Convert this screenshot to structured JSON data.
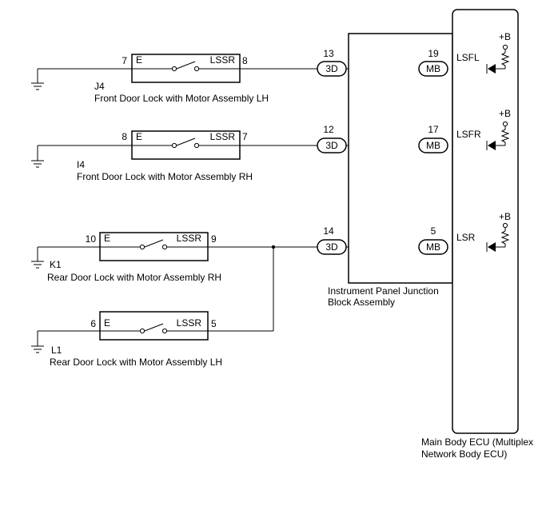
{
  "components": {
    "j4": {
      "id": "J4",
      "name": "Front Door Lock with Motor Assembly LH",
      "pin_e": "E",
      "pin_lssr": "LSSR",
      "pin_e_no": "7",
      "pin_lssr_no": "8"
    },
    "i4": {
      "id": "I4",
      "name": "Front Door Lock with Motor Assembly RH",
      "pin_e": "E",
      "pin_lssr": "LSSR",
      "pin_e_no": "8",
      "pin_lssr_no": "7"
    },
    "k1": {
      "id": "K1",
      "name": "Rear Door Lock with Motor Assembly RH",
      "pin_e": "E",
      "pin_lssr": "LSSR",
      "pin_e_no": "10",
      "pin_lssr_no": "9"
    },
    "l1": {
      "id": "L1",
      "name": "Rear Door Lock with Motor Assembly LH",
      "pin_e": "E",
      "pin_lssr": "LSSR",
      "pin_e_no": "6",
      "pin_lssr_no": "5"
    }
  },
  "junction_block": {
    "name_line1": "Instrument Panel Junction",
    "name_line2": "Block Assembly",
    "connectors": [
      {
        "pin": "13",
        "code": "3D"
      },
      {
        "pin": "12",
        "code": "3D"
      },
      {
        "pin": "14",
        "code": "3D"
      }
    ]
  },
  "ecu": {
    "name_line1": "Main Body ECU (Multiplex",
    "name_line2": "Network Body ECU)",
    "connectors": [
      {
        "pin": "19",
        "code": "MB",
        "terminal": "LSFL"
      },
      {
        "pin": "17",
        "code": "MB",
        "terminal": "LSFR"
      },
      {
        "pin": "5",
        "code": "MB",
        "terminal": "LSR"
      }
    ],
    "supply_label": "+B"
  }
}
